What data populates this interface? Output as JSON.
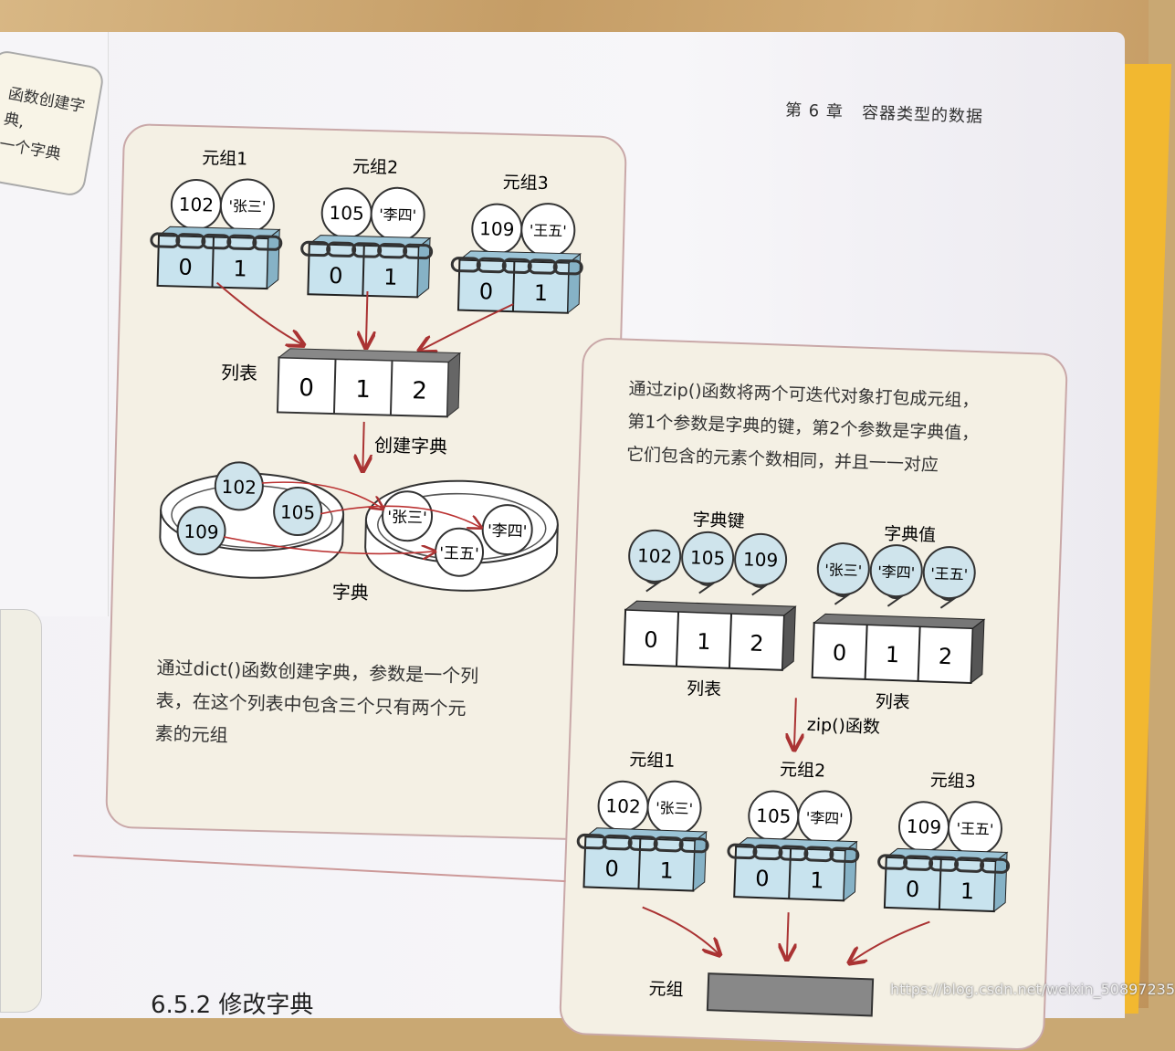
{
  "header": {
    "chapter": "第 6 章",
    "title": "容器类型的数据"
  },
  "left_note": {
    "line1": "函数创建字典,",
    "line2": "一个字典"
  },
  "panel1": {
    "tuple_labels": [
      "元组1",
      "元组2",
      "元组3"
    ],
    "tuples": [
      {
        "key": "102",
        "value": "'张三'"
      },
      {
        "key": "105",
        "value": "'李四'"
      },
      {
        "key": "109",
        "value": "'王五'"
      }
    ],
    "index_labels": [
      "0",
      "1"
    ],
    "list_label": "列表",
    "list_cells": [
      "0",
      "1",
      "2"
    ],
    "arrow_label": "创建字典",
    "dict_label": "字典",
    "caption": [
      "通过dict()函数创建字典，参数是一个列",
      "表，在这个列表中包含三个只有两个元",
      "素的元组"
    ]
  },
  "panel2": {
    "caption": [
      "通过zip()函数将两个可迭代对象打包成元组，",
      "第1个参数是字典的键，第2个参数是字典值，",
      "它们包含的元素个数相同，并且一一对应"
    ],
    "keys_label": "字典键",
    "values_label": "字典值",
    "keys": [
      "102",
      "105",
      "109"
    ],
    "values": [
      "'张三'",
      "'李四'",
      "'王五'"
    ],
    "list_cells": [
      "0",
      "1",
      "2"
    ],
    "list_label": "列表",
    "arrow_label": "zip()函数",
    "tuple_labels": [
      "元组1",
      "元组2",
      "元组3"
    ],
    "bottom_label": "元组"
  },
  "section_heading": "6.5.2  修改字典",
  "watermark": "https://blog.csdn.net/weixin_50897235"
}
